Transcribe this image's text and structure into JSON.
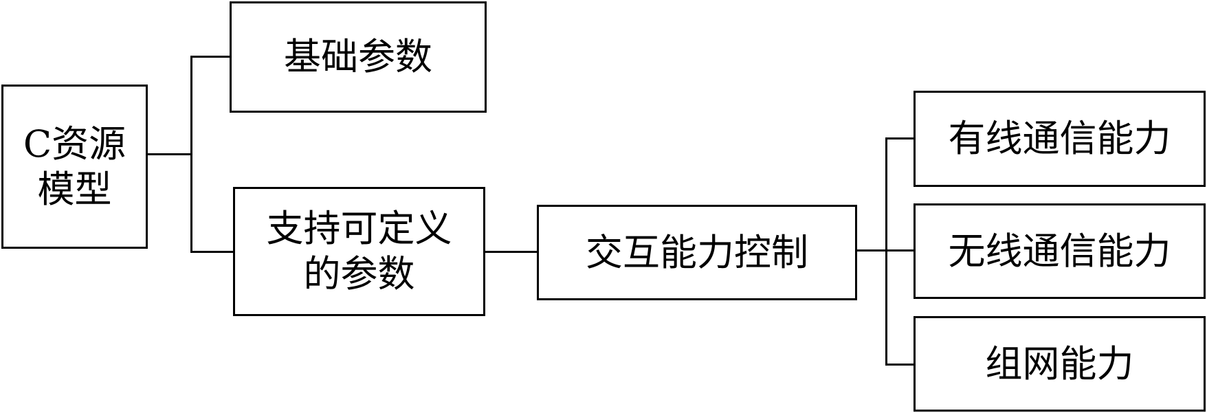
{
  "diagram": {
    "root": {
      "label": "C资源\n模型"
    },
    "level1": [
      {
        "label": "基础参数"
      },
      {
        "label": "支持可定义\n的参数"
      }
    ],
    "level2": {
      "label": "交互能力控制"
    },
    "level3": [
      {
        "label": "有线通信能力"
      },
      {
        "label": "无线通信能力"
      },
      {
        "label": "组网能力"
      }
    ],
    "line_color": "#000000",
    "box_border_color": "#000000",
    "background": "#ffffff"
  }
}
